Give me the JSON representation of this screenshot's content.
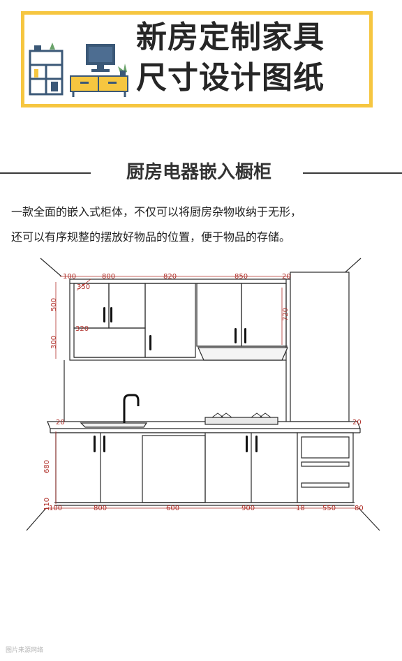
{
  "banner": {
    "title_line1": "新房定制家具",
    "title_line2": "尺寸设计图纸"
  },
  "section": {
    "title": "厨房电器嵌入橱柜",
    "desc_line1": "一款全面的嵌入式柜体，不仅可以将厨房杂物收纳于无形，",
    "desc_line2": "还可以有序规整的摆放好物品的位置，便于物品的存储。"
  },
  "dimensions": {
    "upper_top": [
      "100",
      "800",
      "820",
      "850",
      "20"
    ],
    "upper_side": [
      "500",
      "300"
    ],
    "upper_diag": "350",
    "upper_inner": "320",
    "upper_right": "720",
    "base_side": "680",
    "base_bottom_side": "110",
    "counter_left": "20",
    "counter_right": "20",
    "base_bottom": [
      "100",
      "800",
      "600",
      "900",
      "18",
      "550",
      "80"
    ]
  },
  "watermark": "图片来源网络",
  "colors": {
    "banner_border": "#f6c640",
    "dim_text": "#b0302a",
    "line": "#2a2a2a"
  }
}
